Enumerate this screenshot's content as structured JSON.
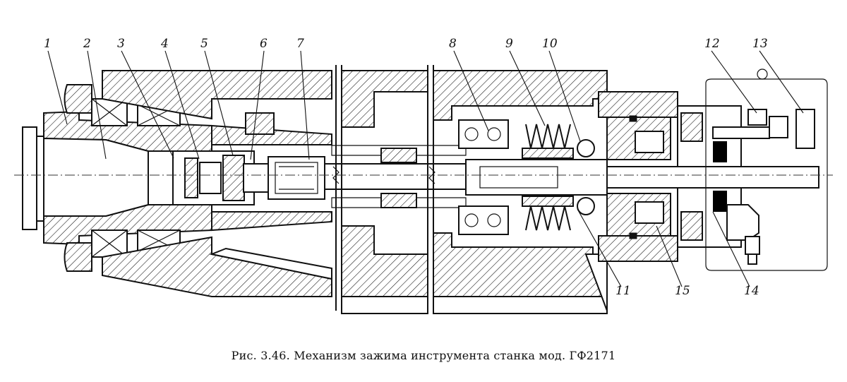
{
  "callouts": {
    "c1": "1",
    "c2": "2",
    "c3": "3",
    "c4": "4",
    "c5": "5",
    "c6": "6",
    "c7": "7",
    "c8": "8",
    "c9": "9",
    "c10": "10",
    "c11": "11",
    "c12": "12",
    "c13": "13",
    "c14": "14",
    "c15": "15"
  },
  "caption": "Рис. 3.46. Механизм зажима инструмента станка мод. ГФ2171"
}
